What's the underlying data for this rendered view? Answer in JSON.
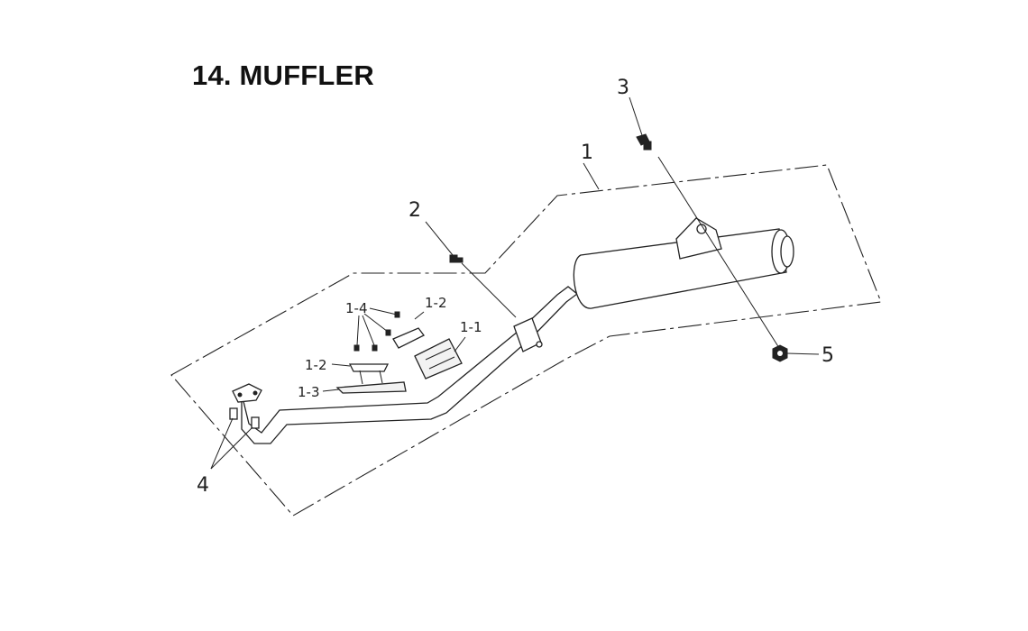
{
  "title": "14. MUFFLER",
  "colors": {
    "line": "#222222",
    "background": "#ffffff"
  },
  "callouts": {
    "c1": "1",
    "c2": "2",
    "c3": "3",
    "c4": "4",
    "c5": "5",
    "c1_1": "1-1",
    "c1_2a": "1-2",
    "c1_2b": "1-2",
    "c1_3": "1-3",
    "c1_4": "1-4"
  }
}
